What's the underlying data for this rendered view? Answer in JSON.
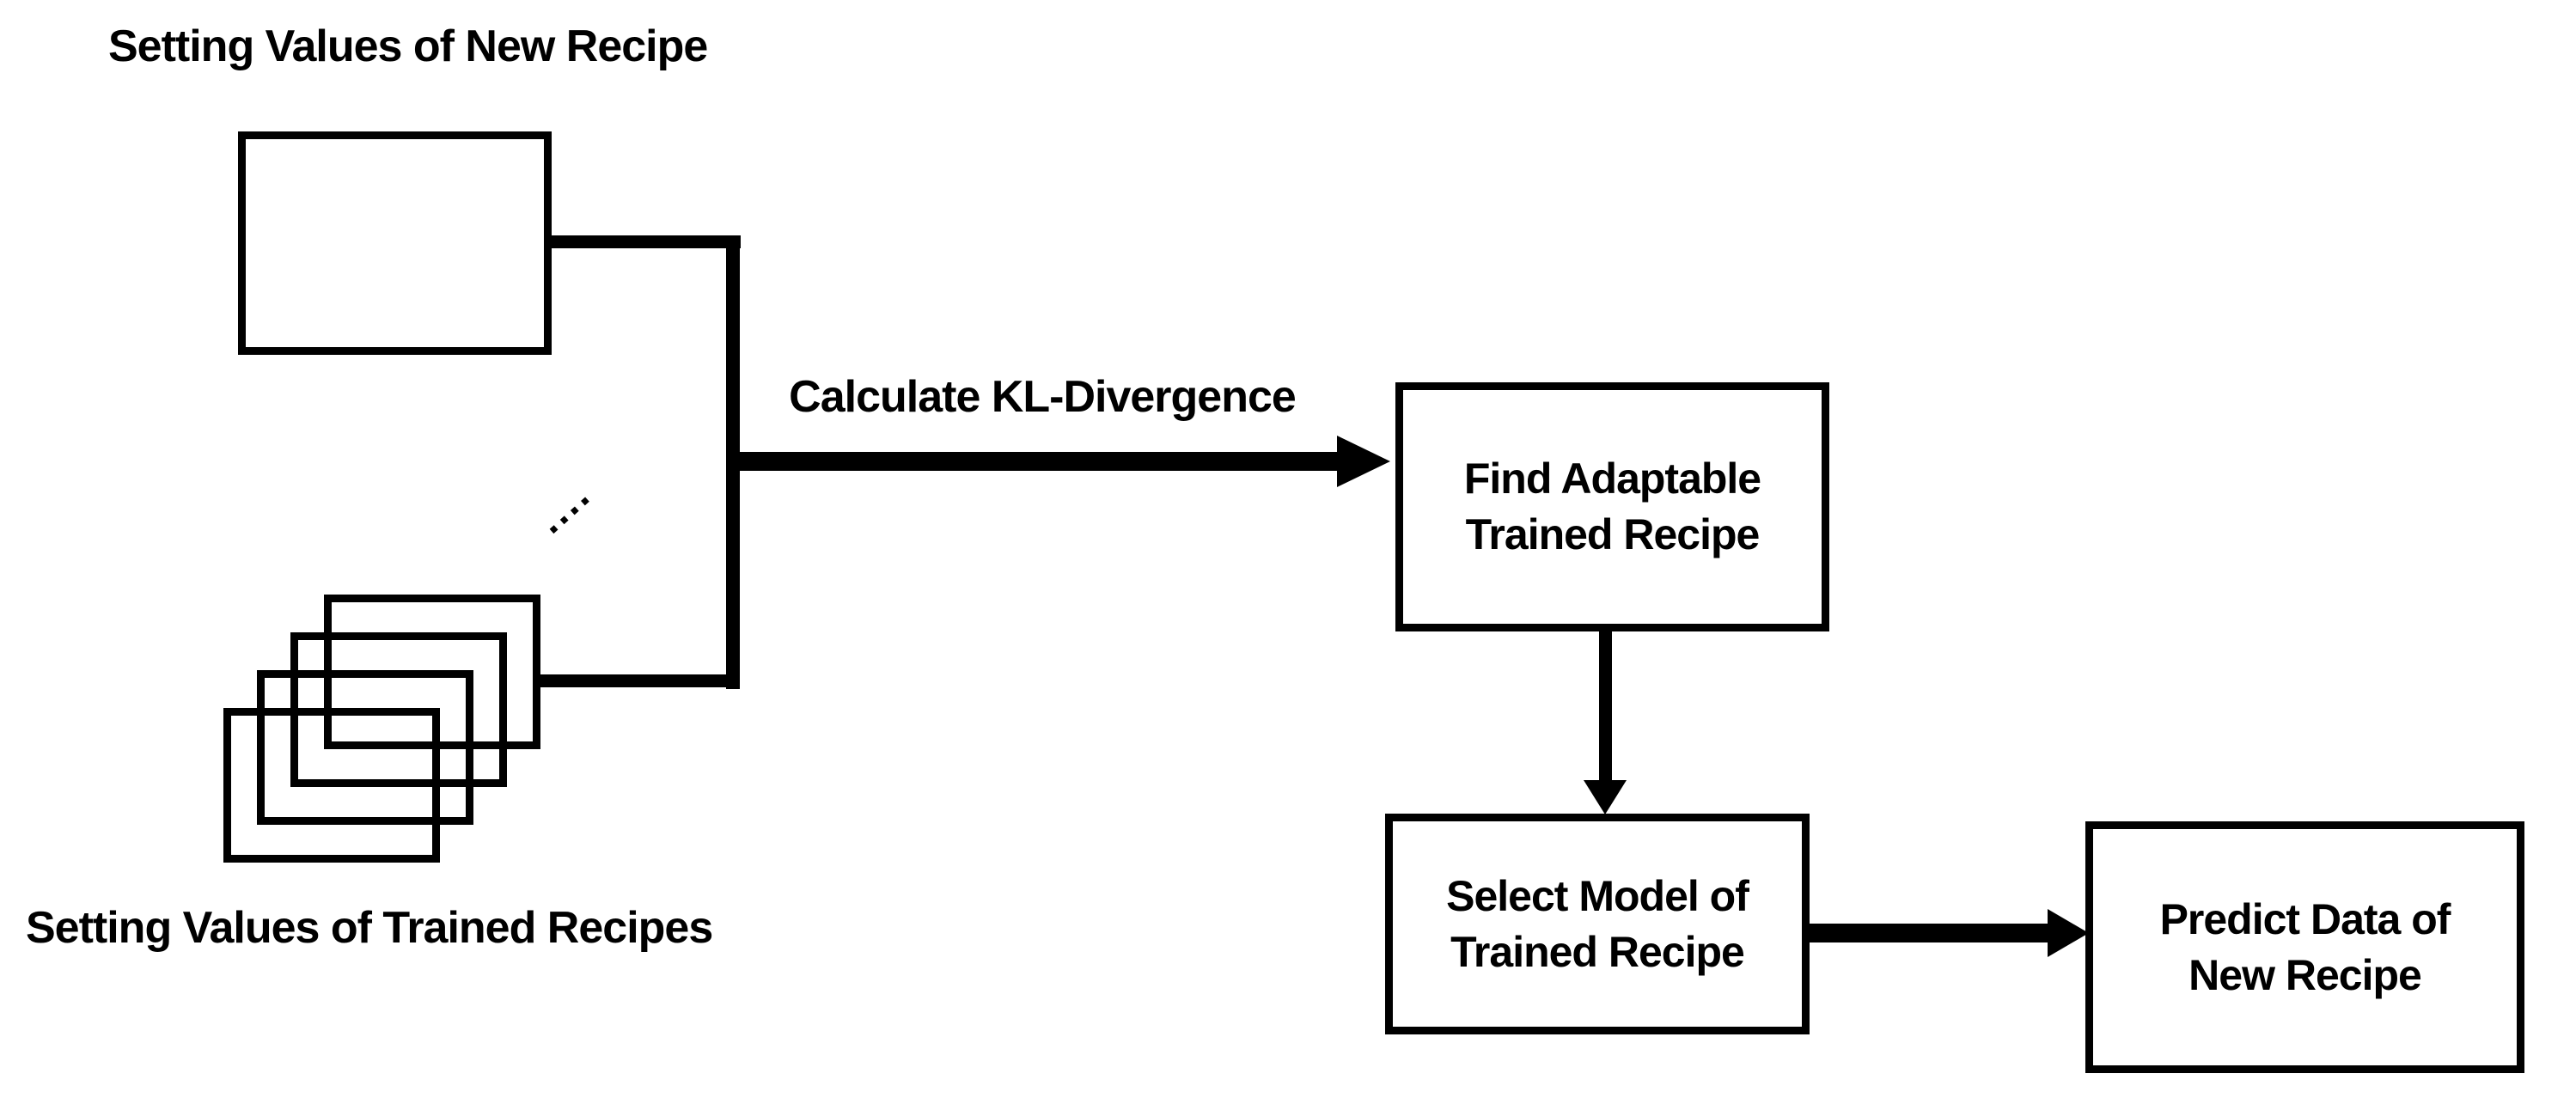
{
  "diagram": {
    "background_color": "#ffffff",
    "line_color": "#000000",
    "titles": {
      "new_recipe": "Setting Values of New Recipe",
      "trained_recipes": "Setting Values of Trained Recipes"
    },
    "arrow_label": "Calculate KL-Divergence",
    "ellipsis": "....",
    "boxes": {
      "find": "Find Adaptable\nTrained Recipe",
      "select": "Select Model of\nTrained Recipe",
      "predict": "Predict Data of\nNew Recipe"
    }
  }
}
